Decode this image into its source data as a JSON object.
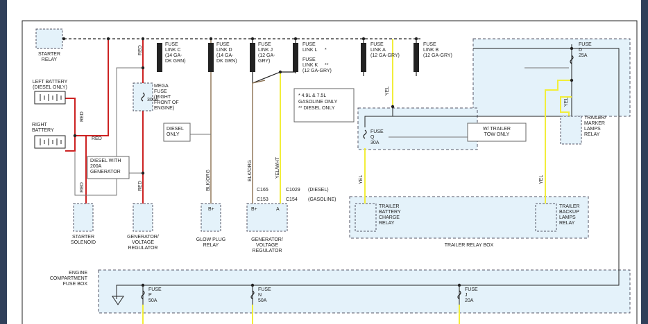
{
  "colors": {
    "red_wire": "#cc2222",
    "yellow_wire": "#f2ee3a",
    "black_wire": "#222222",
    "brown_wire": "#8a7050",
    "fuse_box_fill": "#e4f2fa",
    "component_fill": "#e4f2fa",
    "frame": "#30405a"
  },
  "labels": {
    "starter_relay": [
      "STARTER",
      "RELAY"
    ],
    "left_battery": [
      "LEFT BATTERY",
      "(DIESEL ONLY)"
    ],
    "right_battery": [
      "RIGHT",
      "BATTERY"
    ],
    "mega_fuse": [
      "MEGA",
      "FUSE",
      "(RIGHT",
      "FRONT OF",
      "ENGINE)"
    ],
    "mega_fuse_rating": "300A",
    "diesel_only": [
      "DIESEL",
      "ONLY"
    ],
    "diesel_200a": [
      "DIESEL WITH",
      "200A",
      "GENERATOR"
    ],
    "fuse_link_c": [
      "FUSE",
      "LINK C",
      "(14 GA-",
      "DK GRN)"
    ],
    "fuse_link_d": [
      "FUSE",
      "LINK D",
      "(14 GA-",
      "DK GRN)"
    ],
    "fuse_link_j": [
      "FUSE",
      "LINK J",
      "(12 GA-",
      "GRY)"
    ],
    "fuse_link_l": [
      "FUSE",
      "LINK L"
    ],
    "fuse_link_l_mark": "*",
    "fuse_link_k": [
      "FUSE",
      "LINK K",
      "(12 GA-GRY)"
    ],
    "fuse_link_k_mark": "**",
    "fuse_link_a": [
      "FUSE",
      "LINK A",
      "(12 GA-GRY)"
    ],
    "fuse_link_b": [
      "FUSE",
      "LINK B",
      "(12 GA-GRY)"
    ],
    "note": [
      "* 4.9L & 7.5L",
      "GASOLINE ONLY",
      "** DIESEL ONLY"
    ],
    "fuse_d": [
      "FUSE",
      "D",
      "25A"
    ],
    "fuse_q": [
      "FUSE",
      "Q",
      "30A"
    ],
    "trailer_tow": [
      "W/ TRAILER",
      "TOW ONLY"
    ],
    "trailer_marker": [
      "TRAILER/",
      "MARKER",
      "LAMPS",
      "RELAY"
    ],
    "trailer_battery": [
      "TRAILER",
      "BATTERY",
      "CHARGE",
      "RELAY"
    ],
    "trailer_backup": [
      "TRAILER",
      "BACKUP",
      "LAMPS",
      "RELAY"
    ],
    "trailer_relay_box": "TRAILER RELAY BOX",
    "starter_solenoid": [
      "STARTER",
      "SOLENOID"
    ],
    "gen_reg_1": [
      "GENERATOR/",
      "VOLTAGE",
      "REGULATOR"
    ],
    "glow_plug": [
      "GLOW PLUG",
      "RELAY"
    ],
    "gen_reg_2": [
      "GENERATOR/",
      "VOLTAGE",
      "REGULATOR"
    ],
    "glow_pin": "B+",
    "gen_pin_b": "B+",
    "gen_pin_a": "A",
    "c165": "C165",
    "c153": "C153",
    "c1029": "C1029",
    "c154": "C154",
    "diesel_paren": "(DIESEL)",
    "gasoline_paren": "(GASOLINE)",
    "engine_box": [
      "ENGINE",
      "COMPARTMENT",
      "FUSE BOX"
    ],
    "fuse_p": [
      "FUSE",
      "P",
      "50A"
    ],
    "fuse_n": [
      "FUSE",
      "N",
      "50A"
    ],
    "fuse_j": [
      "FUSE",
      "J",
      "20A"
    ],
    "wire_red": "RED",
    "wire_yel": "YEL",
    "wire_blkorg": "BLK/ORG",
    "wire_yelwht": "YEL/WHT"
  }
}
